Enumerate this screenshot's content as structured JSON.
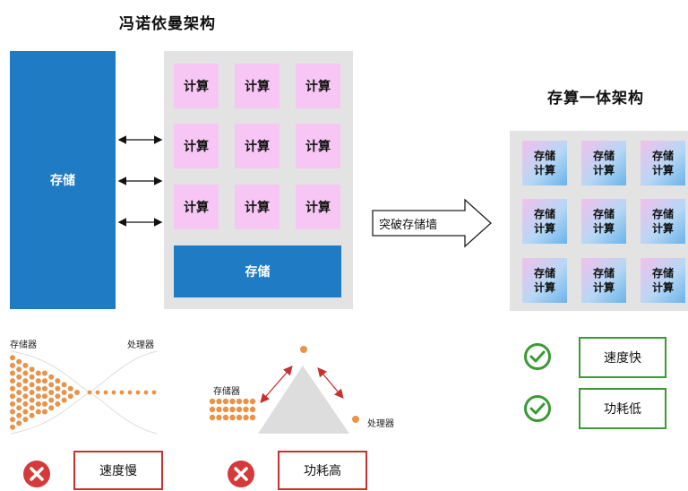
{
  "von_neumann": {
    "title": "冯诺依曼架构",
    "storage_label": "存储",
    "compute_label": "计算",
    "storage_bar_label": "存储"
  },
  "arrow_label": "突破存储墙",
  "cim": {
    "title": "存算一体架构",
    "cell_top": "存储",
    "cell_bottom": "计算"
  },
  "bottlenecks": {
    "funnel_left_label": "存储器",
    "funnel_right_label": "处理器",
    "triangle_left_label": "存储器",
    "triangle_right_label": "处理器",
    "slow_label": "速度慢",
    "power_high_label": "功耗高"
  },
  "benefits": {
    "fast_label": "速度快",
    "power_low_label": "功耗低"
  },
  "colors": {
    "blue": "#1f7bc4",
    "pink": "#f7c6f4",
    "panel_gray": "#e3e3e3",
    "dot_orange": "#e8934a",
    "red": "#c53030",
    "green": "#3a9a36"
  }
}
